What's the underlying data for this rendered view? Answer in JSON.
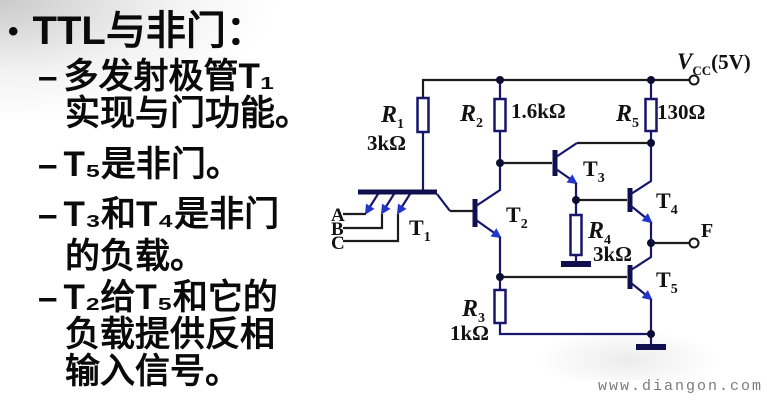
{
  "slide": {
    "title": {
      "bullet_glyph": "•",
      "text": "TTL与非门："
    },
    "bullets": [
      {
        "dash": "–",
        "lines": [
          "多发射极管T₁",
          "实现与门功能。"
        ]
      },
      {
        "dash": "–",
        "lines": [
          "T₅是非门。"
        ]
      },
      {
        "dash": "–",
        "lines": [
          "T₃和T₄是非门",
          "的负载。"
        ]
      },
      {
        "dash": "–",
        "lines": [
          "T₂给T₅和它的",
          "负载提供反相",
          "输入信号。"
        ]
      }
    ]
  },
  "circuit": {
    "power": {
      "base": "V",
      "sub": "CC",
      "suffix": "(5V)"
    },
    "resistors": {
      "r1": {
        "base": "R",
        "sub": "1",
        "value": "3kΩ"
      },
      "r2": {
        "base": "R",
        "sub": "2",
        "value": "1.6kΩ"
      },
      "r3": {
        "base": "R",
        "sub": "3",
        "value": "1kΩ"
      },
      "r4": {
        "base": "R",
        "sub": "4",
        "value": "3kΩ"
      },
      "r5": {
        "base": "R",
        "sub": "5",
        "value": "130Ω"
      }
    },
    "transistors": {
      "t1": {
        "base": "T",
        "sub": "1"
      },
      "t2": {
        "base": "T",
        "sub": "2"
      },
      "t3": {
        "base": "T",
        "sub": "3"
      },
      "t4": {
        "base": "T",
        "sub": "4"
      },
      "t5": {
        "base": "T",
        "sub": "5"
      }
    },
    "inputs": {
      "a": "A",
      "b": "B",
      "c": "C"
    },
    "output_label": "F"
  },
  "watermark": "www.diangon.com",
  "colors": {
    "wire_navy": "#16166b",
    "wire_black": "#1c1c1c",
    "arrow_blue": "#2336cc",
    "label_text": "#121212",
    "watermark_gray": "#7b7b7b"
  }
}
